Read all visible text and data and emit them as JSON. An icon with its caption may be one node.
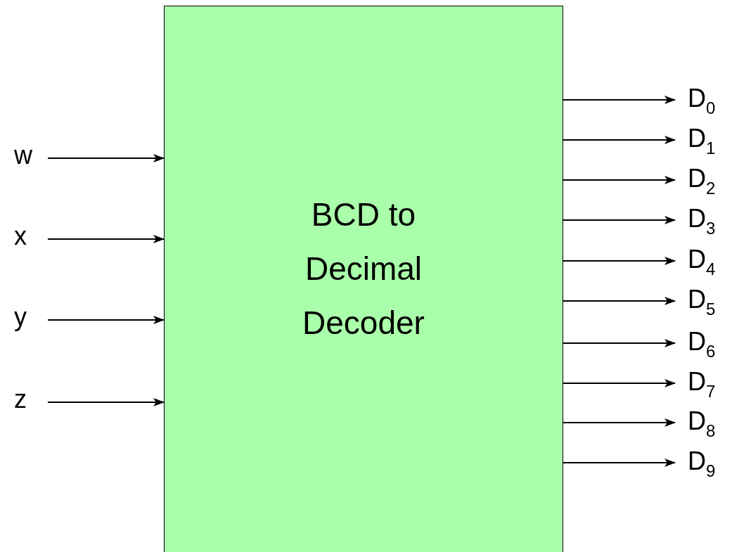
{
  "diagram": {
    "nodes": [
      {
        "text": [
          "BCD to Decimal Decoder"
        ]
      },
      {
        "text": [
          "w"
        ]
      },
      {
        "text": [
          "x"
        ]
      },
      {
        "text": [
          "y"
        ]
      },
      {
        "text": [
          "z"
        ]
      },
      {
        "text": [
          "D$_{0}$"
        ]
      },
      {
        "text": [
          "D$_{1}$"
        ]
      },
      {
        "text": [
          "D$_{2}$"
        ]
      },
      {
        "text": [
          "D$_{3}$"
        ]
      },
      {
        "text": [
          "D$_{4}$"
        ]
      },
      {
        "text": [
          "D$_{5}$"
        ]
      },
      {
        "text": [
          "D$_{6}$"
        ]
      },
      {
        "text": [
          "D$_{7}$"
        ]
      },
      {
        "text": [
          "D$_{8}$"
        ]
      },
      {
        "text": [
          "D$_{9}$"
        ]
      }
    ],
    "edges": [
      {
        "from": 1,
        "to": 0,
        "arrow": "to"
      },
      {
        "from": 2,
        "to": 0,
        "arrow": "to"
      },
      {
        "from": 3,
        "to": 0,
        "arrow": "to"
      },
      {
        "from": 4,
        "to": 0,
        "arrow": "to"
      },
      {
        "from": 0,
        "to": 5,
        "arrow": "to"
      },
      {
        "from": 0,
        "to": 6,
        "arrow": "to"
      },
      {
        "from": 0,
        "to": 7,
        "arrow": "to"
      },
      {
        "from": 0,
        "to": 8,
        "arrow": "to"
      },
      {
        "from": 0,
        "to": 9,
        "arrow": "to"
      },
      {
        "from": 0,
        "to": 10,
        "arrow": "to"
      },
      {
        "from": 0,
        "to": 11,
        "arrow": "to"
      },
      {
        "from": 0,
        "to": 12,
        "arrow": "to"
      },
      {
        "from": 0,
        "to": 13,
        "arrow": "to"
      },
      {
        "from": 0,
        "to": 14,
        "arrow": "to"
      }
    ]
  }
}
